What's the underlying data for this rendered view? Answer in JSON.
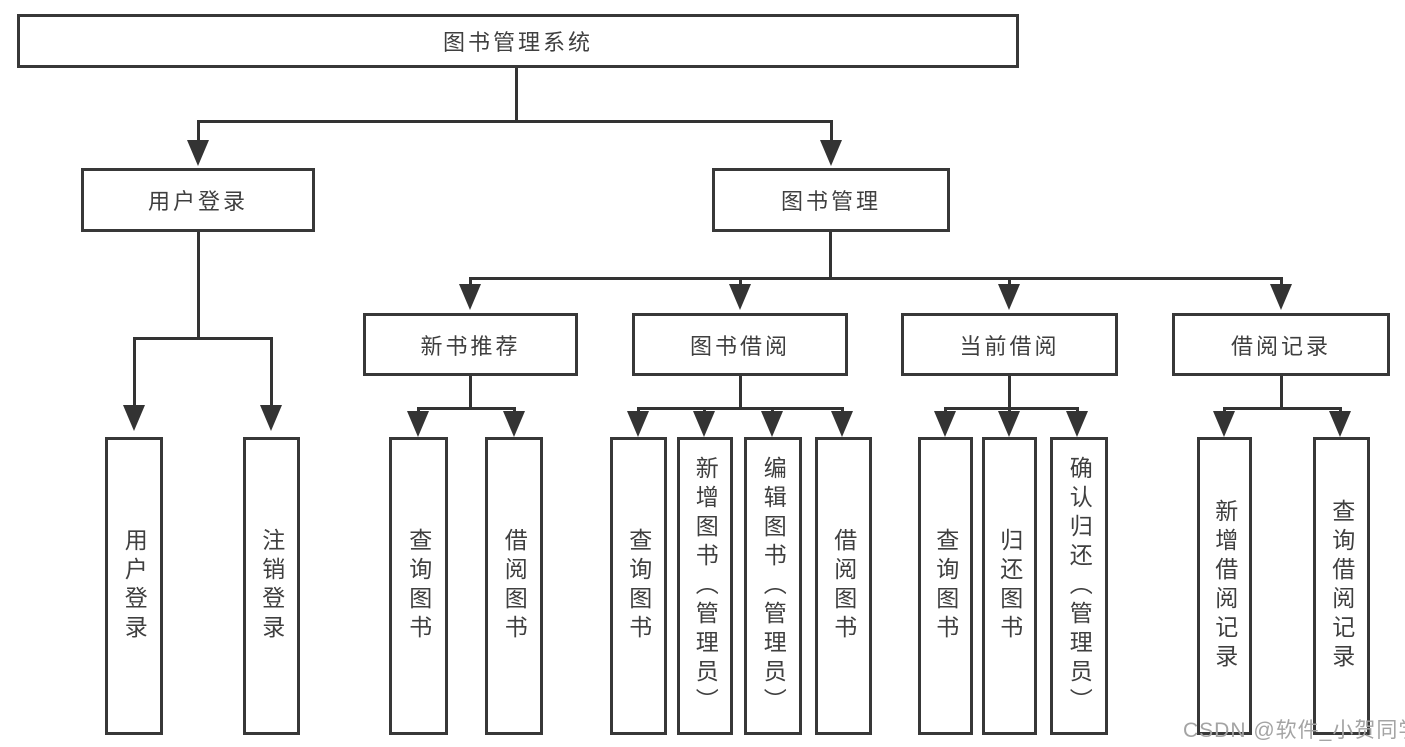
{
  "diagram_type": "hierarchy-tree",
  "colors": {
    "line": "#333333",
    "border": "#383838",
    "text": "#3f3f3f",
    "background": "#ffffff",
    "watermark": "#a4a4a4"
  },
  "tree": {
    "label": "图书管理系统",
    "children": [
      {
        "label": "用户登录",
        "children": [
          {
            "label": "用户登录"
          },
          {
            "label": "注销登录"
          }
        ]
      },
      {
        "label": "图书管理",
        "children": [
          {
            "label": "新书推荐",
            "children": [
              {
                "label": "查询图书"
              },
              {
                "label": "借阅图书"
              }
            ]
          },
          {
            "label": "图书借阅",
            "children": [
              {
                "label": "查询图书"
              },
              {
                "label": "新增图书（管理员）"
              },
              {
                "label": "编辑图书（管理员）"
              },
              {
                "label": "借阅图书"
              }
            ]
          },
          {
            "label": "当前借阅",
            "children": [
              {
                "label": "查询图书"
              },
              {
                "label": "归还图书"
              },
              {
                "label": "确认归还（管理员）"
              }
            ]
          },
          {
            "label": "借阅记录",
            "children": [
              {
                "label": "新增借阅记录"
              },
              {
                "label": "查询借阅记录"
              }
            ]
          }
        ]
      }
    ]
  },
  "watermark": "CSDN @软件_小贺同学"
}
